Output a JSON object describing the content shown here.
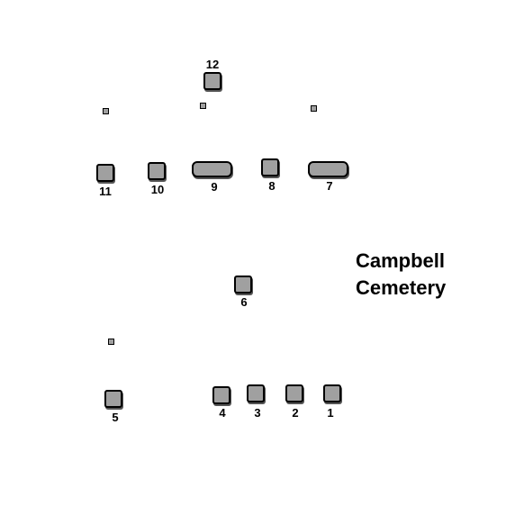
{
  "title_lines": [
    "Campbell",
    "Cemetery"
  ],
  "colors": {
    "grave_fill": "#a0a0a0",
    "grave_outline": "#000000",
    "background": "#ffffff"
  },
  "graves": [
    {
      "number": "1"
    },
    {
      "number": "2"
    },
    {
      "number": "3"
    },
    {
      "number": "4"
    },
    {
      "number": "5"
    },
    {
      "number": "6"
    },
    {
      "number": "7"
    },
    {
      "number": "8"
    },
    {
      "number": "9"
    },
    {
      "number": "10"
    },
    {
      "number": "11"
    },
    {
      "number": "12"
    }
  ],
  "marker_icon": "small-square-marker"
}
